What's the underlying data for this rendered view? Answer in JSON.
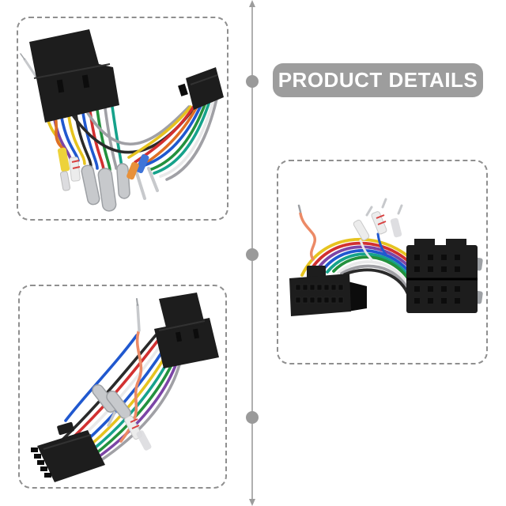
{
  "banner": {
    "label": "PRODUCT DETAILS",
    "bg_color": "#9d9d9d",
    "text_color": "#ffffff"
  },
  "divider": {
    "line_color": "#9c9c9c",
    "dot_color": "#9a9a9a",
    "dot_count": 3
  },
  "panels": {
    "border_color": "#8f8f8f",
    "top_left_photo": "car-stereo-wiring-harness-front-view",
    "bottom_left_photo": "car-stereo-wiring-harness-diagonal-view",
    "right_photo": "16pin-to-iso-wiring-harness-rear-view"
  },
  "colors": {
    "connector_body": "#1d1d1d",
    "connector_dark": "#0c0c0c",
    "connector_edge": "#323232",
    "metal": "#c7c9cc",
    "metal_dark": "#9da0a4",
    "wire_yellow": "#e6c31f",
    "wire_purple": "#7c45a6",
    "wire_blue": "#2058cf",
    "wire_red": "#d23030",
    "wire_black": "#2a2a2a",
    "wire_green": "#23913d",
    "wire_teal": "#16a28b",
    "wire_gray": "#a0a0a5",
    "wire_white": "#e9e9ea",
    "wire_orange": "#df6f24",
    "wire_salmon": "#ec8a66",
    "sleeve_yellow": "#edd23a",
    "sleeve_red": "#d84040",
    "sleeve_blue": "#3f74d8",
    "sleeve_orange": "#e8913a",
    "sleeve_white": "#ececec",
    "sleeve_clear": "#dcdcdf"
  }
}
